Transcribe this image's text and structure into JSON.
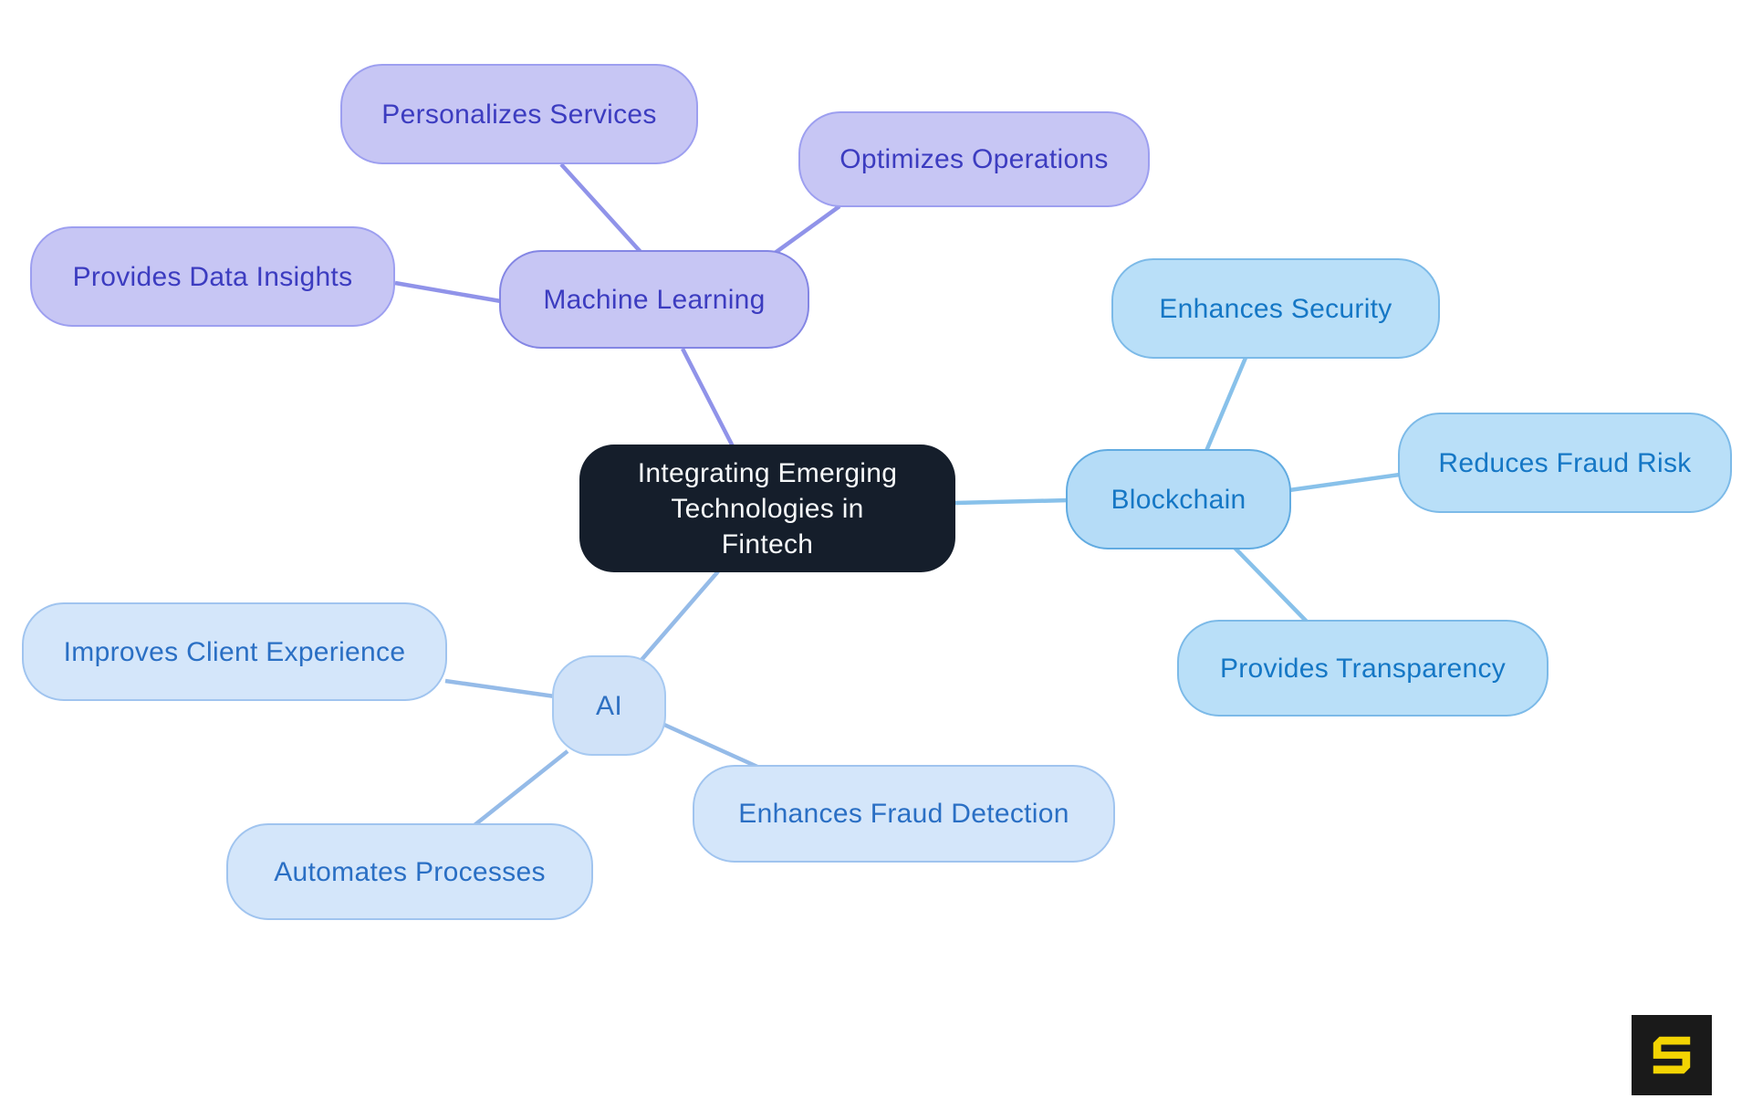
{
  "mindmap": {
    "center": {
      "label": "Integrating Emerging Technologies in Fintech"
    },
    "branches": [
      {
        "id": "machine-learning",
        "label": "Machine Learning",
        "children": [
          "Personalizes Services",
          "Optimizes Operations",
          "Provides Data Insights"
        ]
      },
      {
        "id": "blockchain",
        "label": "Blockchain",
        "children": [
          "Enhances Security",
          "Reduces Fraud Risk",
          "Provides Transparency"
        ]
      },
      {
        "id": "ai",
        "label": "AI",
        "children": [
          "Improves Client Experience",
          "Automates Processes",
          "Enhances Fraud Detection"
        ]
      }
    ],
    "colors": {
      "background": "#ffffff",
      "center_fill": "#151e2b",
      "center_text": "#f7f9fa",
      "ml_fill": "#c7c6f4",
      "ml_border": "#8486e4",
      "ml_text": "#3c3cc0",
      "ml_edge": "#9093e9",
      "bc_fill": "#b7def8",
      "bc_border": "#7cbae8",
      "bc_text": "#1577c5",
      "bc_edge": "#88c1ea",
      "ai_fill": "#d4e6fa",
      "ai_border": "#a0c4ef",
      "ai_text": "#2a6fc4",
      "ai_edge": "#95bbe8"
    },
    "watermark": {
      "letter": "S",
      "bg": "#1a1a1a",
      "fg": "#f3d403"
    }
  }
}
